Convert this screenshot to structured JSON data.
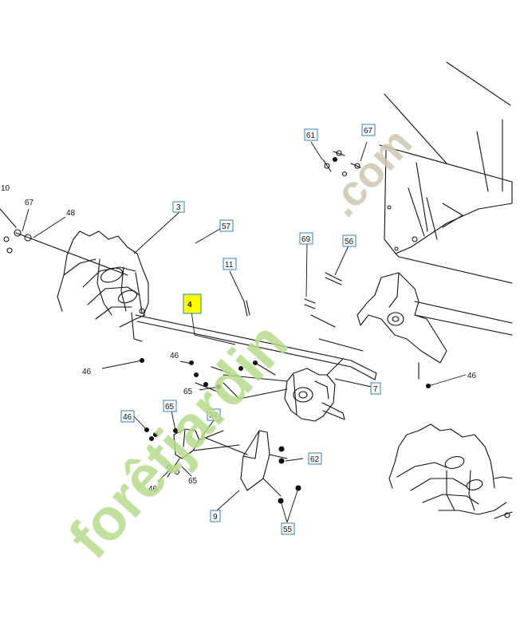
{
  "watermark": {
    "text_main": "forêtjardin",
    "text_suffix": ".com",
    "color_main": "#b7db8c",
    "color_dot": "#f5b04a",
    "color_suffix": "#cfc6b0"
  },
  "colors": {
    "line": "#111111",
    "box_border": "#2d7fc1",
    "highlight": "#ffff00"
  },
  "callouts": {
    "c10": "10",
    "c67a": "67",
    "c48": "48",
    "c3": "3",
    "c57": "57",
    "c61": "61",
    "c67b": "67",
    "c11": "11",
    "c69": "69",
    "c56": "56",
    "c4": "4",
    "c46a": "46",
    "c46b": "46",
    "c65a": "65",
    "c7": "7",
    "c46c": "46",
    "c46d": "46",
    "c65b": "65",
    "c37": "37",
    "c62": "62",
    "c65c": "65",
    "c46e": "46",
    "c9": "9",
    "c55": "55"
  }
}
